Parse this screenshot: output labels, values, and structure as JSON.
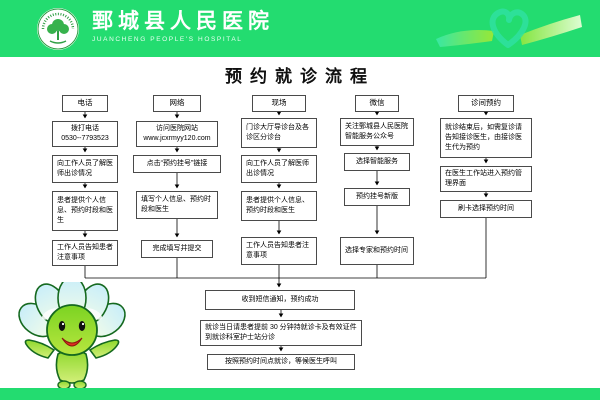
{
  "colors": {
    "band_green": "#23dc70",
    "box_border": "#4a4a4a",
    "ribbon_teal": "#35e8a8",
    "ribbon_lime": "#8fe63b",
    "mascot_green": "#7bd322"
  },
  "header": {
    "hospital_name": "鄄城县人民医院",
    "hospital_name_en": "JUANCHENG PEOPLE'S HOSPITAL"
  },
  "title": "预约就诊流程",
  "flowchart": {
    "columns": [
      {
        "label": "电话",
        "steps": [
          "拨打电话\n0530--7793523",
          "向工作人员了解医师出诊情况",
          "患者提供个人信息、预约时段和医生",
          "工作人员告知患者注意事项"
        ]
      },
      {
        "label": "网络",
        "steps": [
          "访问医院网站\nwww.jcxrmyy120.com",
          "点击“预约挂号”链接",
          "填写个人信息、预约时段和医生",
          "完成填写并提交"
        ]
      },
      {
        "label": "现场",
        "steps": [
          "门诊大厅导诊台及各诊区分诊台",
          "向工作人员了解医师出诊情况",
          "患者提供个人信息、预约时段和医生",
          "工作人员告知患者注意事项"
        ]
      },
      {
        "label": "微信",
        "steps": [
          "关注鄄城县人民医院智能服务公众号",
          "选择智能服务",
          "预约挂号新版",
          "选择专家和预约时间"
        ]
      },
      {
        "label": "诊间预约",
        "steps": [
          "就诊结束后，如需复诊请告知接诊医生，由接诊医生代为预约",
          "在医生工作站进入预约管理界面",
          "刷卡选择预约时间"
        ]
      }
    ],
    "merged_steps": [
      "收到短信通知，预约成功",
      "就诊当日请患者提前 30 分钟持就诊卡及有效证件到就诊科室护士站分诊",
      "按照预约时间点就诊，等候医生呼叫"
    ]
  }
}
